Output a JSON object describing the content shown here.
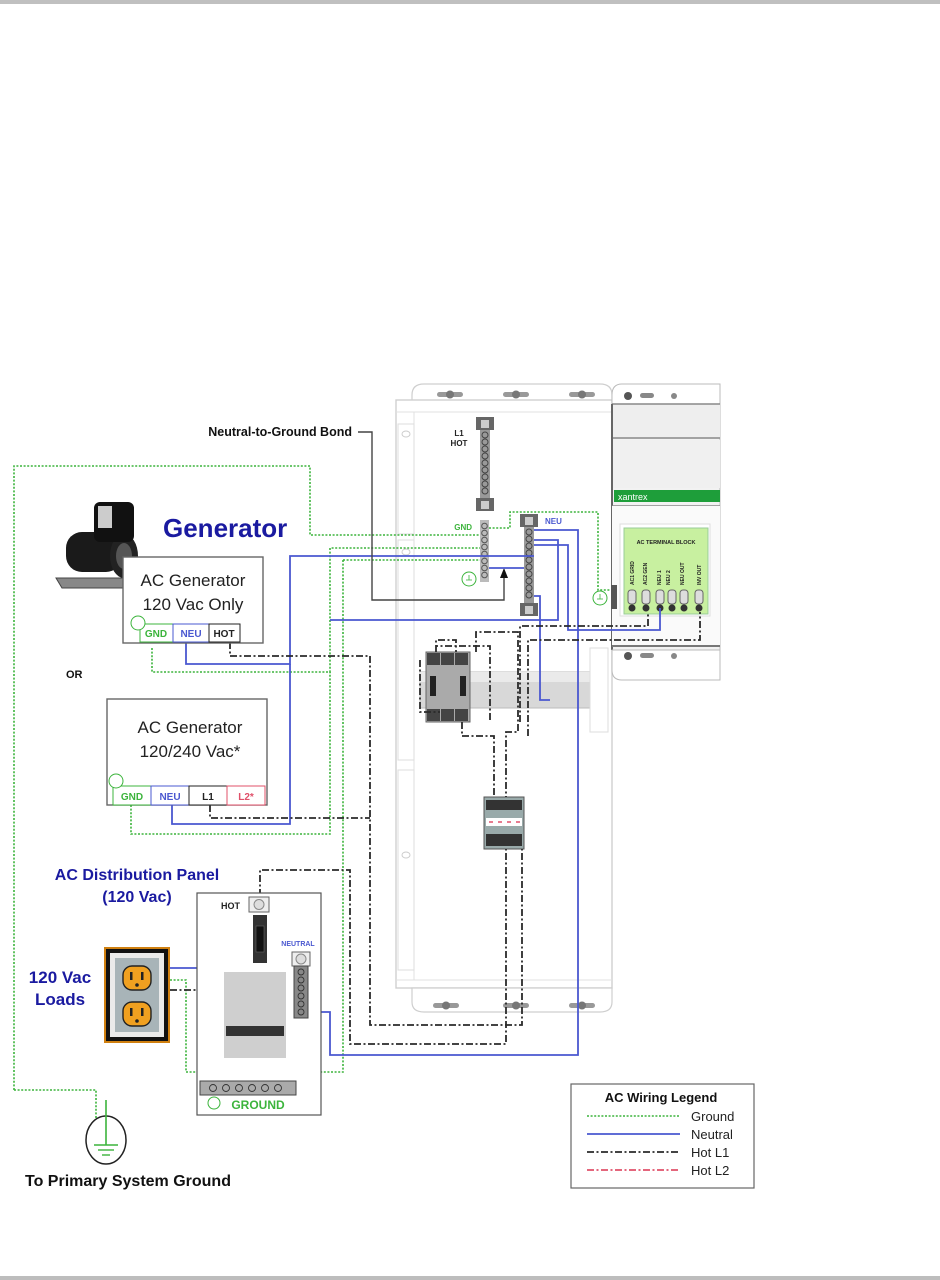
{
  "figure": {
    "callouts": {
      "neutral_ground_bond": "Neutral-to-Ground Bond",
      "primary_ground": "To Primary System Ground",
      "or": "OR"
    },
    "generator": {
      "title": "Generator",
      "gen1": {
        "line1": "AC Generator",
        "line2": "120 Vac Only",
        "terminals": [
          "GND",
          "NEU",
          "HOT"
        ]
      },
      "gen2": {
        "line1": "AC Generator",
        "line2": "120/240 Vac*",
        "terminals": [
          "GND",
          "NEU",
          "L1",
          "L2*"
        ]
      }
    },
    "transfer_panel": {
      "bus_l1_line1": "L1",
      "bus_l1_line2": "HOT",
      "bus_gnd": "GND",
      "bus_neu": "NEU"
    },
    "inverter": {
      "brand": "xantrex",
      "terminal_block_title": "AC TERMINAL BLOCK",
      "terminals": [
        "AC1 GRID",
        "AC2 GEN",
        "NEU 1",
        "NEU 2",
        "NEU OUT",
        "INV OUT"
      ]
    },
    "distribution_panel": {
      "title_line1": "AC Distribution Panel",
      "title_line2": "(120 Vac)",
      "hot": "HOT",
      "neutral": "NEUTRAL",
      "ground": "GROUND"
    },
    "loads": {
      "line1": "120 Vac",
      "line2": "Loads"
    },
    "colors": {
      "ground": "#3cb43c",
      "neutral": "#4a58d0",
      "hot_l1": "#2a2a2a",
      "hot_l2": "#e0506a",
      "heading_blue": "#1a1aa0",
      "inverter_green": "#1e9e3a",
      "terminal_block": "#c8f0a0",
      "outlet_orange": "#f0a020"
    },
    "legend": {
      "title": "AC Wiring Legend",
      "items": [
        {
          "label": "Ground",
          "style": "ground"
        },
        {
          "label": "Neutral",
          "style": "neutral"
        },
        {
          "label": "Hot L1",
          "style": "hot_l1"
        },
        {
          "label": "Hot L2",
          "style": "hot_l2"
        }
      ]
    }
  }
}
